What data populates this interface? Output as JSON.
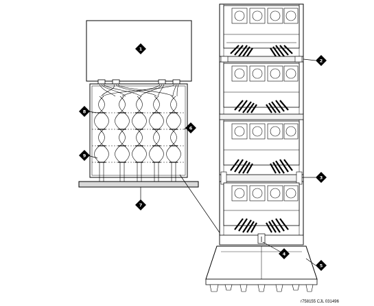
{
  "colors": {
    "line": "#000000",
    "background": "#ffffff",
    "floor": "#d9d9d9",
    "panel_shade": "#f2f2f2",
    "callout_fill": "#000000",
    "callout_text": "#ffffff"
  },
  "callouts": {
    "c1": "1",
    "c2": "2",
    "c3": "3",
    "c4": "4",
    "c5": "5",
    "c6": "6",
    "c7": "7",
    "c8": "8",
    "c9": "9"
  },
  "figure_id": "r758155 CJL 031496",
  "icons": {
    "callout_marker": "black-diamond-icon",
    "fan_unit": "circle-fan-icon"
  }
}
